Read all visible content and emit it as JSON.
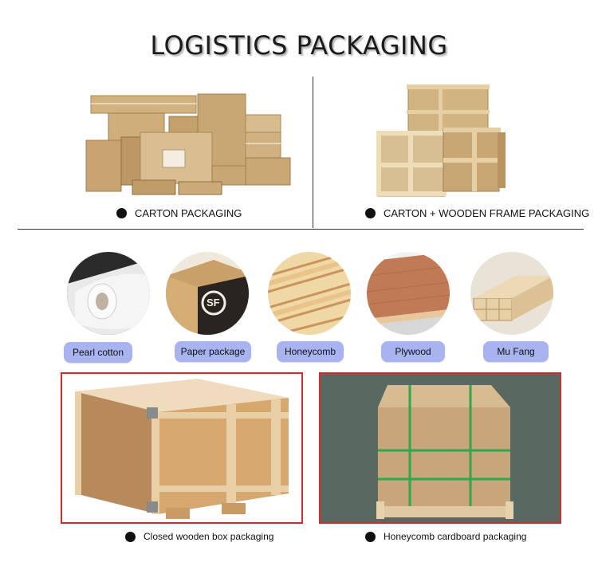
{
  "title": "LOGISTICS PACKAGING",
  "top_section": {
    "left_caption": "CARTON PACKAGING",
    "right_caption": "CARTON + WOODEN FRAME PACKAGING"
  },
  "materials": [
    {
      "label": "Pearl cotton"
    },
    {
      "label": "Paper package",
      "print": "SF"
    },
    {
      "label": "Honeycomb"
    },
    {
      "label": "Plywood"
    },
    {
      "label": "Mu Fang"
    }
  ],
  "bottom_section": {
    "left_caption": "Closed wooden box packaging",
    "right_caption": "Honeycomb cardboard packaging",
    "frame_color": "#d42a2a"
  },
  "colors": {
    "pill": "#a9b3f0",
    "cardboard": "#c9a774",
    "wood": "#d9b98a"
  }
}
